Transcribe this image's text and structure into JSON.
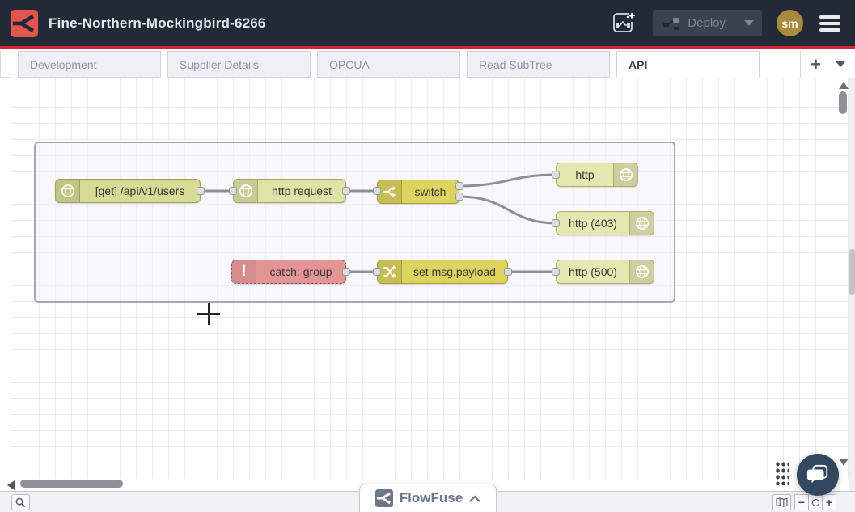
{
  "header": {
    "title": "Fine-Northern-Mockingbird-6266",
    "deploy_label": "Deploy",
    "avatar_initials": "sm",
    "colors": {
      "header_bg": "#222a37",
      "accent_red": "#d92133",
      "logo_red": "#e25550",
      "avatar_gold": "#a9893d"
    }
  },
  "tabs": {
    "items": [
      {
        "label": "Development",
        "active": false
      },
      {
        "label": "Supplier Details",
        "active": false
      },
      {
        "label": "OPCUA",
        "active": false
      },
      {
        "label": "Read SubTree",
        "active": false
      },
      {
        "label": "API",
        "active": true
      }
    ],
    "add_label": "+"
  },
  "canvas": {
    "nodes": [
      {
        "id": "http-in",
        "label": "[get] /api/v1/users",
        "type": "http in",
        "icon": "globe-icon",
        "color": "#d8db93"
      },
      {
        "id": "http-request",
        "label": "http request",
        "type": "http request",
        "icon": "globe-icon",
        "color": "#e0e3a6"
      },
      {
        "id": "switch",
        "label": "switch",
        "type": "switch",
        "icon": "switch-icon",
        "color": "#ddd45f"
      },
      {
        "id": "http-response",
        "label": "http",
        "type": "http response",
        "icon": "globe-icon",
        "color": "#e5e8b0"
      },
      {
        "id": "http-403",
        "label": "http (403)",
        "type": "http response",
        "icon": "globe-icon",
        "color": "#e5e8b0"
      },
      {
        "id": "catch",
        "label": "catch: group",
        "type": "catch",
        "icon": "exclamation-icon",
        "color": "#e29595",
        "icon_glyph": "!"
      },
      {
        "id": "change",
        "label": "set msg.payload",
        "type": "change",
        "icon": "change-icon",
        "color": "#ddd45f"
      },
      {
        "id": "http-500",
        "label": "http (500)",
        "type": "http response",
        "icon": "globe-icon",
        "color": "#e5e8b0"
      }
    ],
    "wire_color": "#8f8f8f"
  },
  "footer": {
    "brand": "FlowFuse",
    "zoom_out_label": "−",
    "zoom_in_label": "+"
  }
}
